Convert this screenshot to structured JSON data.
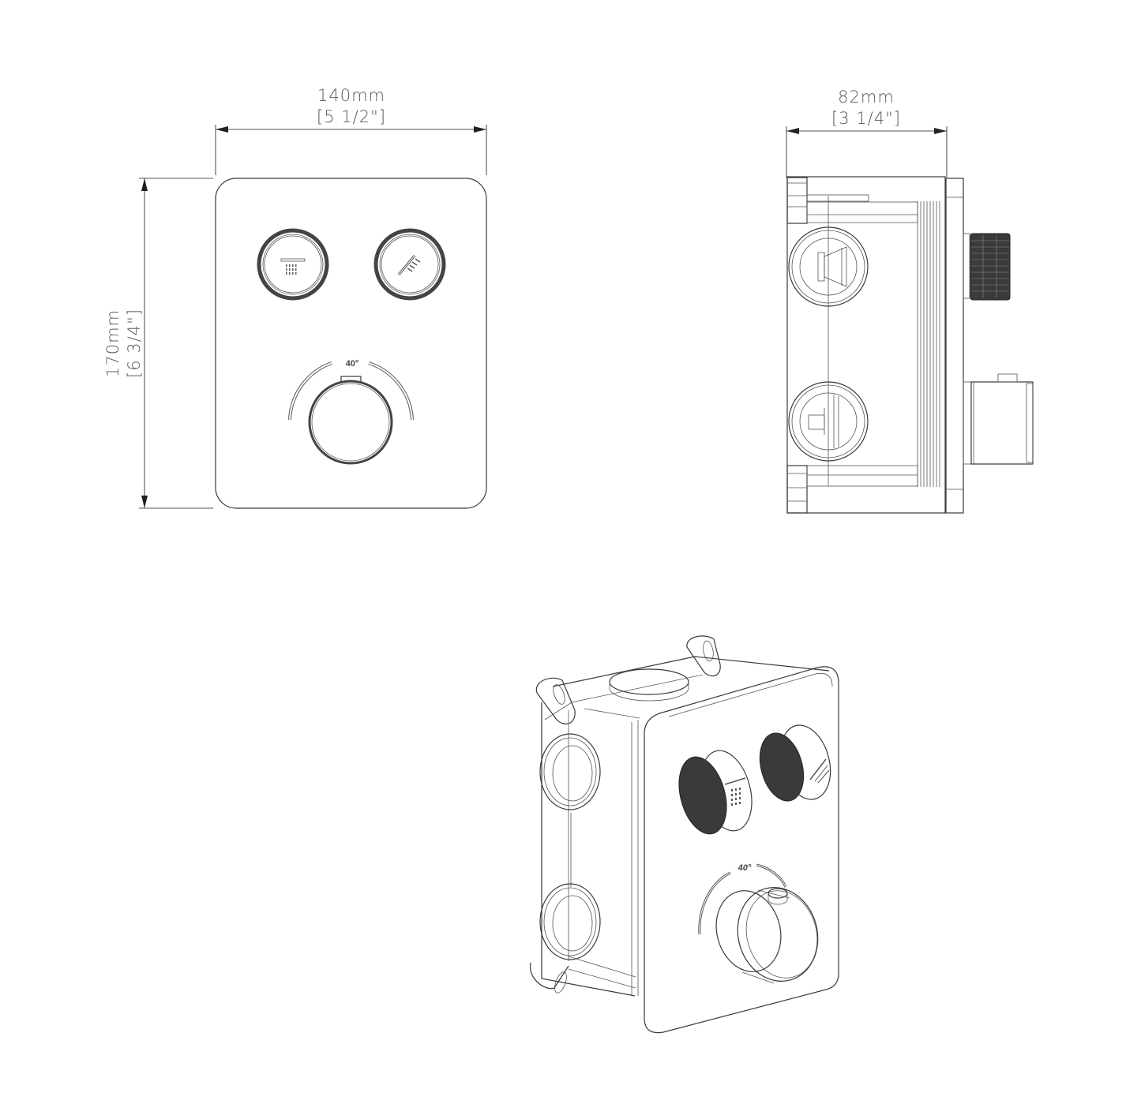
{
  "drawing": {
    "front_view": {
      "width_dimension": {
        "metric": "140mm",
        "imperial": "[5 1/2\"]"
      },
      "height_dimension": {
        "metric": "170mm",
        "imperial": "[6 3/4\"]"
      },
      "temperature_label": "40°",
      "controls": [
        {
          "name": "overhead-shower-button",
          "icon": "rain-shower-icon"
        },
        {
          "name": "hand-shower-button",
          "icon": "hand-shower-icon"
        },
        {
          "name": "thermostatic-knob",
          "icon": "temperature-dial"
        }
      ]
    },
    "side_view": {
      "depth_dimension": {
        "metric": "82mm",
        "imperial": "[3 1/4\"]"
      }
    },
    "iso_view": {
      "temperature_label": "40°"
    },
    "colors": {
      "line": "#3a3a3a",
      "dimension_text": "#5a5a5a",
      "knurl_fill": "#3a3a3a",
      "background": "#ffffff"
    }
  }
}
